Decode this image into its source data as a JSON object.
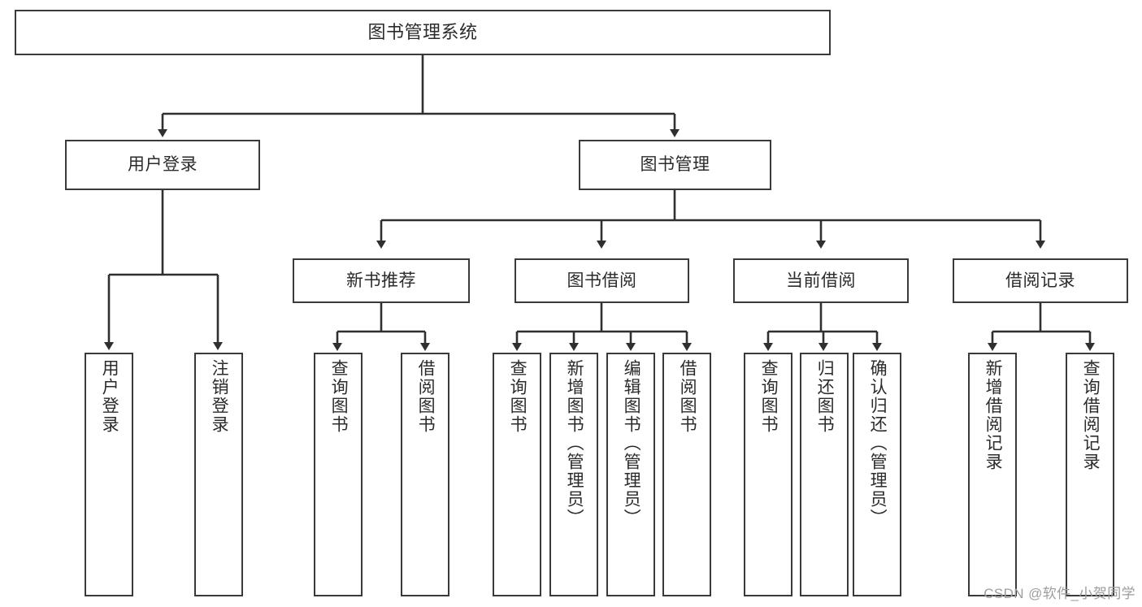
{
  "diagram": {
    "title": "图书管理系统",
    "type": "tree-hierarchy",
    "colors": {
      "box_border": "#3a3a3a",
      "box_fill": "#ffffff",
      "connector": "#2f2f2f",
      "text": "#2b2b2b",
      "watermark": "#9d9d9d",
      "background": "#ffffff"
    },
    "root": {
      "label": "图书管理系统"
    },
    "level2": [
      {
        "label": "用户登录"
      },
      {
        "label": "图书管理"
      }
    ],
    "level3": [
      {
        "label": "新书推荐"
      },
      {
        "label": "图书借阅"
      },
      {
        "label": "当前借阅"
      },
      {
        "label": "借阅记录"
      }
    ],
    "leaves": {
      "user_login": [
        {
          "label": "用户登录"
        },
        {
          "label": "注销登录"
        }
      ],
      "new_book": [
        {
          "label": "查询图书"
        },
        {
          "label": "借阅图书"
        }
      ],
      "book_borrow": [
        {
          "label": "查询图书"
        },
        {
          "label": "新增图书（管理员）"
        },
        {
          "label": "编辑图书（管理员）"
        },
        {
          "label": "借阅图书"
        }
      ],
      "current_borrow": [
        {
          "label": "查询图书"
        },
        {
          "label": "归还图书"
        },
        {
          "label": "确认归还（管理员）"
        }
      ],
      "borrow_record": [
        {
          "label": "新增借阅记录"
        },
        {
          "label": "查询借阅记录"
        }
      ]
    },
    "watermark": "CSDN @软件_小贺同学"
  }
}
